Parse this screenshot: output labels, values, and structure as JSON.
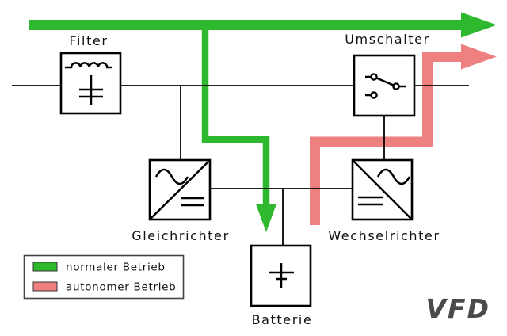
{
  "components": {
    "filter": {
      "label": "Filter"
    },
    "umschalter": {
      "label": "Umschalter"
    },
    "gleichrichter": {
      "label": "Gleichrichter"
    },
    "wechselrichter": {
      "label": "Wechselrichter"
    },
    "batterie": {
      "label": "Batterie"
    }
  },
  "legend": {
    "items": [
      {
        "label": "normaler Betrieb",
        "color": "#2eb82e"
      },
      {
        "label": "autonomer Betrieb",
        "color": "#ee8080"
      }
    ]
  },
  "watermark": {
    "text": "VFD",
    "color": "#4a4a4a"
  },
  "colors": {
    "normal_path": "#2eb82e",
    "autonomous_path": "#ee8080",
    "wire": "#000000"
  }
}
